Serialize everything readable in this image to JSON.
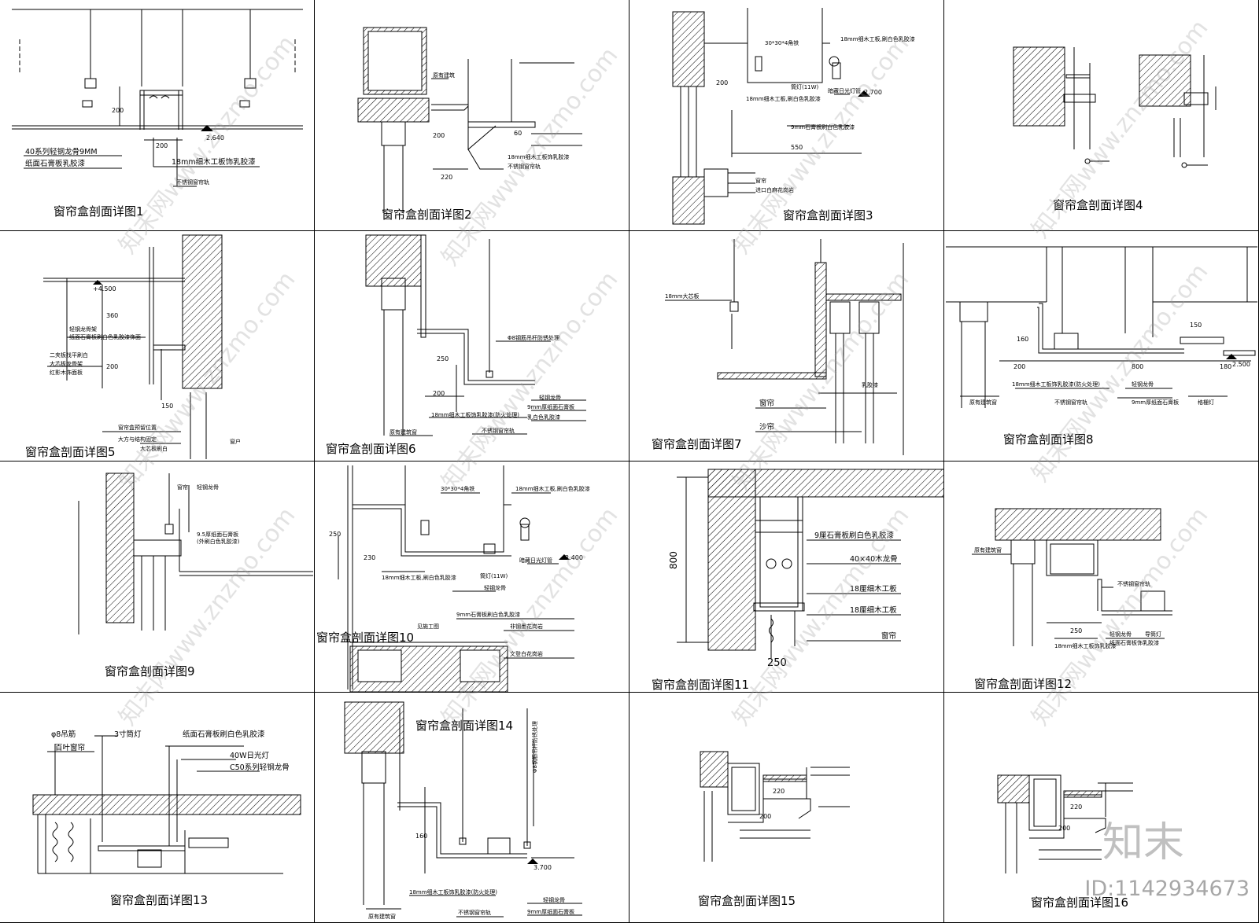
{
  "captions": [
    "窗帘盒剖面详图1",
    "窗帘盒剖面详图2",
    "窗帘盒剖面详图3",
    "窗帘盒剖面详图4",
    "窗帘盒剖面详图5",
    "窗帘盒剖面详图6",
    "窗帘盒剖面详图7",
    "窗帘盒剖面详图8",
    "窗帘盒剖面详图9",
    "窗帘盒剖面详图10",
    "窗帘盒剖面详图11",
    "窗帘盒剖面详图12",
    "窗帘盒剖面详图13",
    "窗帘盒剖面详图14",
    "窗帘盒剖面详图15",
    "窗帘盒剖面详图16"
  ],
  "d1": {
    "n1": "40系列轻钢龙骨9MM",
    "n2": "纸面石膏板乳胶漆",
    "n3": "18mm细木工板饰乳胶漆",
    "n4": "不锈钢窗帘轨",
    "w": "200",
    "h": "200",
    "elev": "2.640"
  },
  "d2": {
    "w": "220",
    "h": "200",
    "h2": "60",
    "n1": "原有建筑",
    "n2": "18mm细木工板饰乳胶漆",
    "n3": "不锈钢窗帘轨"
  },
  "d3": {
    "n1": "30*30*4角铁",
    "n2": "18mm细木工板,刷白色乳胶漆",
    "n3": "18mm细木工板,刷白色乳胶漆",
    "n4": "筒灯(11W)",
    "n5": "暗藏日光灯管",
    "n6": "9mm石膏板刷白色乳胶漆",
    "n7": "窗帘",
    "n8": "进口白麻花岗岩",
    "w": "550",
    "h": "200",
    "elev": "2.700"
  },
  "d5": {
    "elev": "+4.500",
    "h1": "360",
    "h2": "200",
    "w": "150",
    "n1": "轻钢龙骨架",
    "n2": "纸面石膏板刷白色乳胶漆饰面",
    "n3": "二夹板找平刷白",
    "n4": "大芯板龙骨架",
    "n5": "红影木饰面板",
    "n6": "窗帘盒预留位置",
    "n7": "大方与结构固定",
    "n8": "大芯板刷白",
    "n9": "窗户"
  },
  "d6": {
    "n1": "Φ8钢筋吊杆防锈处理",
    "n2": "轻钢龙骨",
    "n3": "9mm厚纸面石膏板",
    "n4": "乳白色乳胶漆",
    "n5": "原有建筑窗",
    "n6": "18mm细木工板饰乳胶漆(防火处理)",
    "n7": "不锈钢窗帘轨",
    "w": "200",
    "h": "250"
  },
  "d7": {
    "n1": "18mm大芯板",
    "n2": "乳胶漆",
    "n3": "窗帘",
    "n4": "沙帘"
  },
  "d8": {
    "h": "160",
    "w1": "200",
    "w2": "800",
    "w3": "150",
    "w4": "180",
    "elev": "2.500",
    "n1": "18mm细木工板饰乳胶漆(防火处理)",
    "n2": "原有建筑窗",
    "n3": "不锈钢窗帘轨",
    "n4": "轻钢龙骨",
    "n5": "9mm厚纸面石膏板",
    "n6": "格栅灯"
  },
  "d9": {
    "n1": "窗帘",
    "n2": "轻钢龙骨",
    "n3": "9.5厚纸面石膏板",
    "n4": "(外刷白色乳胶漆)"
  },
  "d10": {
    "n1": "30*30*4角铁",
    "n2": "18mm细木工板,刷白色乳胶漆",
    "n3": "18mm细木工板,刷白色乳胶漆",
    "n4": "筒灯(11W)",
    "n5": "暗藏日光灯管",
    "n6": "轻钢龙骨",
    "n7": "9mm石膏板刷白色乳胶漆",
    "n8": "非钢墨花岗岩",
    "n9": "文登白花岗岩",
    "n10": "见施工图",
    "h": "250",
    "w": "230",
    "elev": "2.400"
  },
  "d11": {
    "n1": "9厘石膏板刷白色乳胶漆",
    "n2": "40×40木龙骨",
    "n3": "18厘细木工板",
    "n4": "18厘细木工板",
    "n5": "窗帘",
    "h": "800",
    "w": "250"
  },
  "d12": {
    "n1": "原有建筑窗",
    "n2": "不锈钢窗帘轨",
    "n3": "18mm细木工板饰乳胶漆",
    "n4": "轻钢龙骨",
    "n5": "纸面石膏板饰乳胶漆",
    "n6": "导筒灯",
    "w": "250"
  },
  "d13": {
    "n1": "φ8吊筋",
    "n2": "百叶窗帘",
    "n3": "3寸筒灯",
    "n4": "纸面石膏板刷白色乳胶漆",
    "n5": "40W日光灯",
    "n6": "C50系列轻钢龙骨"
  },
  "d14": {
    "n1": "Φ8钢筋吊杆防锈处理",
    "n2": "轻钢龙骨",
    "n3": "9mm厚纸面石膏板",
    "n4": "原有建筑窗",
    "n5": "18mm细木工板饰乳胶漆(防火处理)",
    "n6": "不锈钢窗帘轨",
    "h": "160",
    "elev": "3.700"
  },
  "d15": {
    "w": "220",
    "h": "200"
  },
  "d16": {
    "w": "220",
    "h": "200"
  },
  "watermark": "知末网www.znzmo.com",
  "brand": "知末",
  "id_label": "ID:1142934673"
}
